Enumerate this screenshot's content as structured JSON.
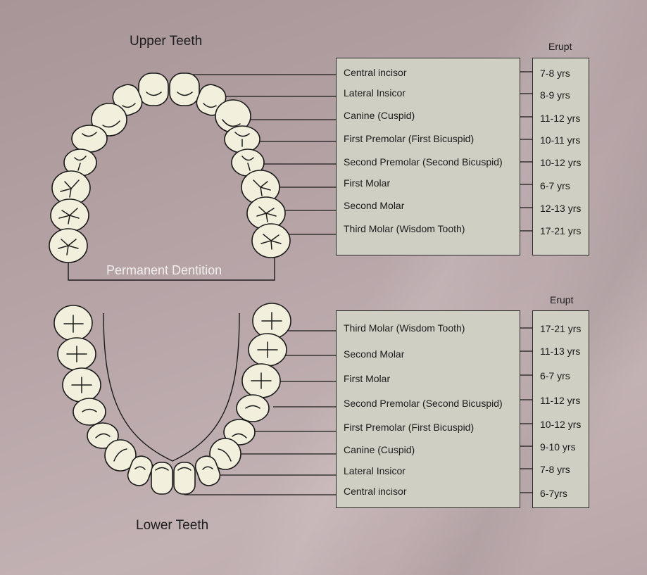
{
  "upper": {
    "title": "Upper Teeth",
    "erupt_header": "Erupt",
    "label": "Permanent Dentition",
    "teeth": [
      {
        "name": "Central incisor",
        "erupt": "7-8 yrs"
      },
      {
        "name": "Lateral Insicor",
        "erupt": "8-9 yrs"
      },
      {
        "name": "Canine (Cuspid)",
        "erupt": "11-12 yrs"
      },
      {
        "name": "First Premolar (First Bicuspid)",
        "erupt": "10-11 yrs"
      },
      {
        "name": "Second Premolar (Second Bicuspid)",
        "erupt": "10-12 yrs"
      },
      {
        "name": "First Molar",
        "erupt": "6-7 yrs"
      },
      {
        "name": "Second Molar",
        "erupt": "12-13 yrs"
      },
      {
        "name": "Third Molar (Wisdom Tooth)",
        "erupt": "17-21 yrs"
      }
    ]
  },
  "lower": {
    "title": "Lower Teeth",
    "erupt_header": "Erupt",
    "teeth": [
      {
        "name": "Third Molar (Wisdom Tooth)",
        "erupt": "17-21 yrs"
      },
      {
        "name": "Second Molar",
        "erupt": "11-13 yrs"
      },
      {
        "name": "First Molar",
        "erupt": "6-7 yrs"
      },
      {
        "name": "Second Premolar (Second Bicuspid)",
        "erupt": "11-12 yrs"
      },
      {
        "name": "First Premolar (First Bicuspid)",
        "erupt": "10-12 yrs"
      },
      {
        "name": "Canine (Cuspid)",
        "erupt": "9-10 yrs"
      },
      {
        "name": "Lateral Insicor",
        "erupt": "7-8 yrs"
      },
      {
        "name": "Central incisor",
        "erupt": "6-7yrs"
      }
    ]
  },
  "colors": {
    "tooth": "#f2efdd",
    "panel": "#d0cfc4",
    "outline": "#1b1b1b"
  }
}
